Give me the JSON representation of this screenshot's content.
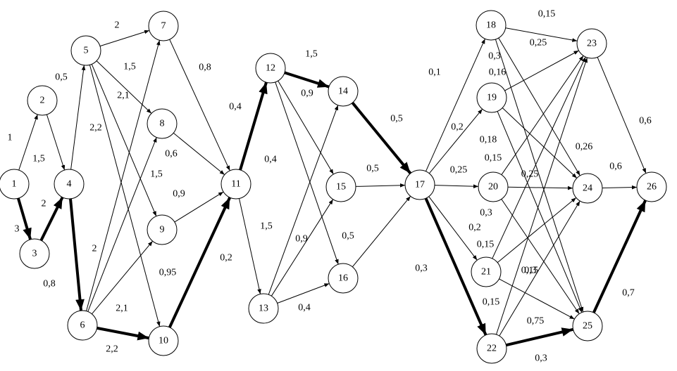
{
  "diagram": {
    "nodes": [
      "1",
      "2",
      "3",
      "4",
      "5",
      "6",
      "7",
      "8",
      "9",
      "10",
      "11",
      "12",
      "13",
      "14",
      "15",
      "16",
      "17",
      "18",
      "19",
      "20",
      "21",
      "22",
      "23",
      "24",
      "25",
      "26"
    ],
    "edges": [
      {
        "from": "1",
        "to": "2",
        "label": "1",
        "critical": false
      },
      {
        "from": "1",
        "to": "3",
        "label": "3",
        "critical": true
      },
      {
        "from": "2",
        "to": "4",
        "label": "1,5",
        "critical": false
      },
      {
        "from": "3",
        "to": "4",
        "label": "2",
        "critical": true
      },
      {
        "from": "4",
        "to": "5",
        "label": "0,5",
        "critical": false
      },
      {
        "from": "4",
        "to": "6",
        "label": "0,8",
        "critical": true
      },
      {
        "from": "5",
        "to": "7",
        "label": "2",
        "critical": false
      },
      {
        "from": "5",
        "to": "8",
        "label": "1,5",
        "critical": false
      },
      {
        "from": "5",
        "to": "9",
        "label": "2,1",
        "critical": false
      },
      {
        "from": "5",
        "to": "10",
        "label": "2,2",
        "critical": false
      },
      {
        "from": "6",
        "to": "7",
        "label": "1,5",
        "critical": false
      },
      {
        "from": "6",
        "to": "8",
        "label": "2",
        "critical": false
      },
      {
        "from": "6",
        "to": "9",
        "label": "2,1",
        "critical": false
      },
      {
        "from": "6",
        "to": "10",
        "label": "2,2",
        "critical": true
      },
      {
        "from": "7",
        "to": "11",
        "label": "0,8",
        "critical": false
      },
      {
        "from": "8",
        "to": "11",
        "label": "0,6",
        "critical": false
      },
      {
        "from": "9",
        "to": "11",
        "label": "0,9",
        "critical": false
      },
      {
        "from": "10",
        "to": "11",
        "label": "0,95",
        "critical": true
      },
      {
        "from": "11",
        "to": "12",
        "label": "0,4",
        "critical": true
      },
      {
        "from": "11",
        "to": "13",
        "label": "0,2",
        "critical": false
      },
      {
        "from": "12",
        "to": "14",
        "label": "1,5",
        "critical": true
      },
      {
        "from": "12",
        "to": "15",
        "label": "0,9",
        "critical": false
      },
      {
        "from": "12",
        "to": "16",
        "label": "0,4",
        "critical": false
      },
      {
        "from": "13",
        "to": "14",
        "label": "1,5",
        "critical": false
      },
      {
        "from": "13",
        "to": "15",
        "label": "0,9",
        "critical": false
      },
      {
        "from": "13",
        "to": "16",
        "label": "0,4",
        "critical": false
      },
      {
        "from": "14",
        "to": "17",
        "label": "0,5",
        "critical": true
      },
      {
        "from": "15",
        "to": "17",
        "label": "0,5",
        "critical": false
      },
      {
        "from": "16",
        "to": "17",
        "label": "0,5",
        "critical": false
      },
      {
        "from": "17",
        "to": "18",
        "label": "0,1",
        "critical": false
      },
      {
        "from": "17",
        "to": "19",
        "label": "0,2",
        "critical": false
      },
      {
        "from": "17",
        "to": "20",
        "label": "0,25",
        "critical": false
      },
      {
        "from": "17",
        "to": "21",
        "label": "0,2",
        "critical": false
      },
      {
        "from": "17",
        "to": "22",
        "label": "0,3",
        "critical": true
      },
      {
        "from": "18",
        "to": "23",
        "label": "0,15",
        "critical": false
      },
      {
        "from": "18",
        "to": "24",
        "label": "0,25",
        "critical": false
      },
      {
        "from": "18",
        "to": "25",
        "label": "0,3",
        "critical": false
      },
      {
        "from": "19",
        "to": "23",
        "label": "0,16",
        "critical": false
      },
      {
        "from": "19",
        "to": "24",
        "label": "0,26",
        "critical": false
      },
      {
        "from": "19",
        "to": "25",
        "label": "0,18",
        "critical": false
      },
      {
        "from": "20",
        "to": "23",
        "label": "0,15",
        "critical": false
      },
      {
        "from": "20",
        "to": "24",
        "label": "0,25",
        "critical": false
      },
      {
        "from": "20",
        "to": "25",
        "label": "0,3",
        "critical": false
      },
      {
        "from": "21",
        "to": "23",
        "label": "0,15",
        "critical": false
      },
      {
        "from": "21",
        "to": "24",
        "label": "0,15",
        "critical": false
      },
      {
        "from": "21",
        "to": "25",
        "label": "0,3",
        "critical": false
      },
      {
        "from": "22",
        "to": "23",
        "label": "0,15",
        "critical": false
      },
      {
        "from": "22",
        "to": "24",
        "label": "0,75",
        "critical": false
      },
      {
        "from": "22",
        "to": "25",
        "label": "0,3",
        "critical": true
      },
      {
        "from": "23",
        "to": "26",
        "label": "0,6",
        "critical": false
      },
      {
        "from": "24",
        "to": "26",
        "label": "0,6",
        "critical": false
      },
      {
        "from": "25",
        "to": "26",
        "label": "0,7",
        "critical": true
      }
    ]
  }
}
